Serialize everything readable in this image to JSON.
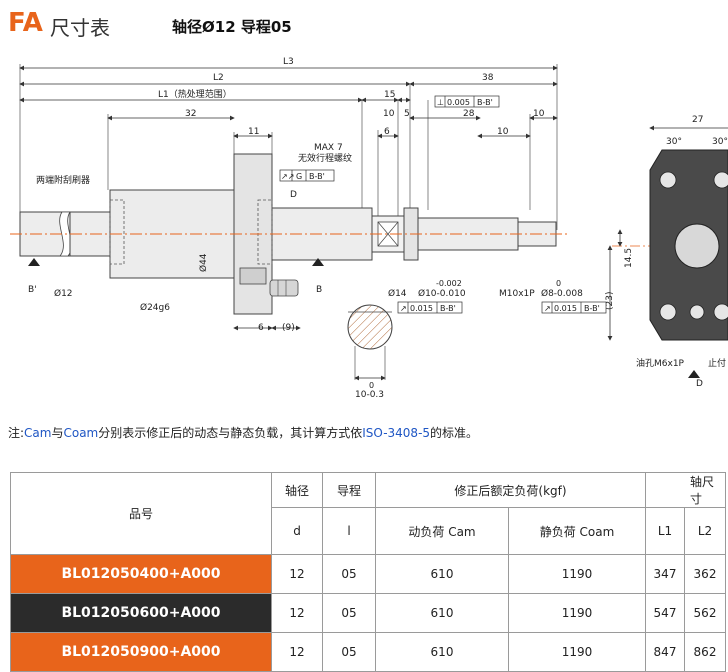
{
  "header": {
    "fa": "FA",
    "title": "尺寸表",
    "spec": "轴径Ø12 导程05"
  },
  "drawing": {
    "dims": {
      "L3": "L3",
      "L2": "L2",
      "L1": "L1（热处理范围）",
      "d38": "38",
      "d15": "15",
      "d10": "10",
      "d5": "5",
      "d32": "32",
      "d11": "11",
      "d6": "6",
      "d28": "28",
      "d10b": "10",
      "d10c": "10",
      "max7": "MAX 7",
      "thread_note": "无效行程螺纹",
      "D": "D",
      "wiper": "两端附刮刷器",
      "d44": "Ø44",
      "B_prime": "B'",
      "phi12": "Ø12",
      "phi24": "Ø24g6",
      "B": "B",
      "d6b": "6",
      "d9": "(9)",
      "phi14": "Ø14",
      "tol10_up": "-0.002",
      "tol10": "Ø10-0.010",
      "m10": "M10x1P",
      "tol8_up": "0",
      "tol8": "Ø8-0.008",
      "tol_cs": "0",
      "cs10": "10-0.3",
      "side_27": "27",
      "side_30a": "30°",
      "side_30b": "30°",
      "side_145": "14.5",
      "side_23": "(23)",
      "oil": "油孔M6x1P",
      "stop": "止付",
      "D_side": "D"
    },
    "frames": {
      "perp": {
        "sym": "⊥",
        "val": "0.005",
        "ref": "B-B'"
      },
      "runout": {
        "sym": "↗↗",
        "val": "G",
        "ref": "B-B'"
      },
      "run14": {
        "sym": "↗",
        "val": "0.015",
        "ref": "B-B'"
      },
      "run8": {
        "sym": "↗",
        "val": "0.015",
        "ref": "B-B'"
      }
    }
  },
  "note": {
    "prefix": "注:",
    "cam": "Cam",
    "mid1": "与",
    "coam": "Coam",
    "mid2": "分别表示修正后的动态与静态负载，其计算方式依",
    "iso": "ISO-3408-5",
    "suffix": "的标准。"
  },
  "table": {
    "headers": {
      "part_no": "品号",
      "shaft_dia": "轴径",
      "lead": "导程",
      "rated_load": "修正后额定负荷(kgf)",
      "shaft_size": "轴尺寸",
      "d": "d",
      "l": "l",
      "cam": "动负荷 Cam",
      "coam": "静负荷 Coam",
      "L1": "L1",
      "L2": "L2"
    },
    "rows": [
      {
        "part_no": "BL012050400+A000",
        "d": "12",
        "l": "05",
        "cam": "610",
        "coam": "1190",
        "L1": "347",
        "L2": "362",
        "style": "orange"
      },
      {
        "part_no": "BL012050600+A000",
        "d": "12",
        "l": "05",
        "cam": "610",
        "coam": "1190",
        "L1": "547",
        "L2": "562",
        "style": "dark"
      },
      {
        "part_no": "BL012050900+A000",
        "d": "12",
        "l": "05",
        "cam": "610",
        "coam": "1190",
        "L1": "847",
        "L2": "862",
        "style": "orange"
      }
    ]
  }
}
